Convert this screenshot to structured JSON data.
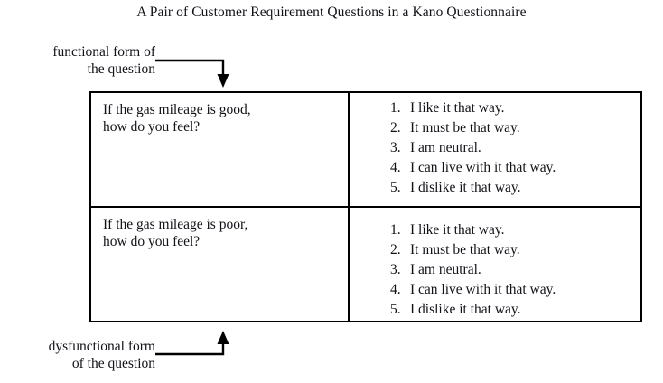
{
  "title": "A Pair of Customer Requirement Questions in a Kano Questionnaire",
  "annotations": {
    "functional": {
      "line1": "functional form of",
      "line2": "the question"
    },
    "dysfunctional": {
      "line1": "dysfunctional form",
      "line2": "of the question"
    }
  },
  "table": {
    "rows": [
      {
        "form": "functional",
        "question_line1": "If the gas mileage is good,",
        "question_line2": "how do you feel?",
        "answers": [
          {
            "num": "1.",
            "text": "I like it that way."
          },
          {
            "num": "2.",
            "text": "It must be that way."
          },
          {
            "num": "3.",
            "text": "I am neutral."
          },
          {
            "num": "4.",
            "text": "I can live with it that way."
          },
          {
            "num": "5.",
            "text": "I dislike it that way."
          }
        ]
      },
      {
        "form": "dysfunctional",
        "question_line1": "If the gas mileage is poor,",
        "question_line2": "how do you feel?",
        "answers": [
          {
            "num": "1.",
            "text": "I like it that way."
          },
          {
            "num": "2.",
            "text": "It must be that way."
          },
          {
            "num": "3.",
            "text": "I am neutral."
          },
          {
            "num": "4.",
            "text": "I can live with it that way."
          },
          {
            "num": "5.",
            "text": "I dislike it that way."
          }
        ]
      }
    ]
  },
  "colors": {
    "ink": "#111118",
    "border": "#000000",
    "background": "#ffffff"
  }
}
